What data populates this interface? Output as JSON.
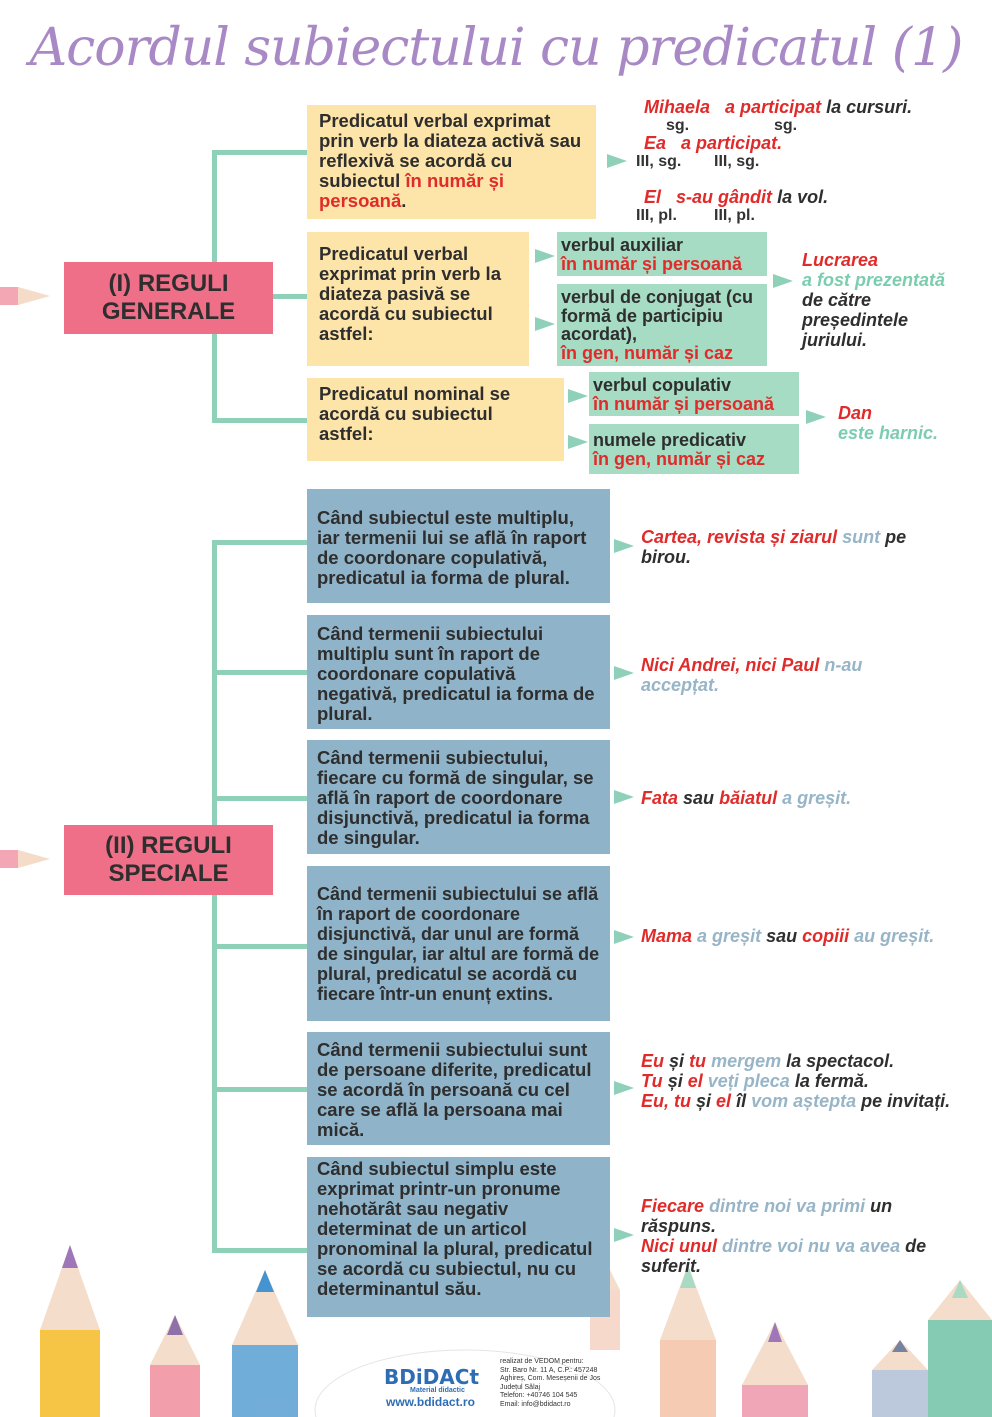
{
  "title": "Acordul subiectului cu predicatul (1)",
  "generale": {
    "label": "(I) REGULI GENERALE",
    "rule1": {
      "text": "Predicatul verbal exprimat prin verb la diateza activă sau reflexivă se acordă cu subiectul ",
      "highlight": "în număr și persoană",
      "end": ".",
      "ex1": [
        "Mihaela",
        "a participat",
        "la cursuri."
      ],
      "ex1_marks": [
        "sg.",
        "sg."
      ],
      "ex2": [
        "Ea",
        "a participat."
      ],
      "ex2_marks": [
        "III, sg.",
        "III, sg."
      ],
      "ex3": [
        "El",
        "s-au gândit",
        "la vol."
      ],
      "ex3_marks": [
        "III, pl.",
        "III, pl."
      ]
    },
    "rule2": {
      "text": "Predicatul verbal exprimat prin verb la diateza pasivă se acordă cu subiectul astfel:",
      "part1_label": "verbul auxiliar",
      "part1_rule": "în număr și persoană",
      "part2_label": "verbul de conjugat (cu formă de participiu acordat),",
      "part2_rule": "în gen, număr și caz",
      "example": [
        "Lucrarea",
        "a fost prezentată",
        "de către președintele juriului."
      ]
    },
    "rule3": {
      "text": "Predicatul nominal se acordă cu subiectul astfel:",
      "part1_label": "verbul copulativ",
      "part1_rule": "în număr și persoană",
      "part2_label": "numele predicativ",
      "part2_rule": "în gen, număr și caz",
      "example": [
        "Dan",
        "este harnic."
      ]
    }
  },
  "speciale": {
    "label": "(II) REGULI SPECIALE",
    "rules": [
      "Când subiectul este multiplu, iar termenii lui se află în raport de coordonare copulativă, predicatul ia forma de plural.",
      "Când termenii subiectului multiplu sunt în raport de coordonare copulativă negativă, predicatul ia forma de plural.",
      "Când termenii subiectului, fiecare cu formă de singular, se află în raport de coordonare disjunctivă, predicatul ia forma de singular.",
      "Când termenii subiectului se află în raport de coordonare disjunctivă, dar unul are formă de singular, iar altul are formă de plural, predicatul se acordă cu fiecare într-un enunț extins.",
      "Când termenii subiectului sunt de persoane diferite, predicatul se acordă în persoană cu cel care se află la persoana mai mică.",
      "Când subiectul simplu este exprimat printr-un pronume nehotărât sau negativ determinat de un articol pronominal la plural, predicatul se acordă cu subiectul, nu cu determinantul său."
    ],
    "examples": {
      "e1": [
        "Cartea, revista și ziarul",
        "sunt",
        "pe birou."
      ],
      "e2": [
        "Nici Andrei, nici Paul",
        "n-au accepțat."
      ],
      "e3": [
        "Fata",
        "sau",
        "băiatul",
        "a greșit."
      ],
      "e4": [
        "Mama",
        "a greșit",
        "sau",
        "copiii",
        "au greșit."
      ],
      "e5a": [
        "Eu",
        "și",
        "tu",
        "mergem",
        "la spectacol."
      ],
      "e5b": [
        "Tu",
        "și",
        "el",
        "veți pleca",
        "la fermă."
      ],
      "e5c": [
        "Eu, tu",
        "și",
        "el",
        "îl",
        "vom aștepta",
        "pe invitați."
      ],
      "e6a": [
        "Fiecare",
        "dintre noi va primi",
        "un răspuns."
      ],
      "e6b": [
        "Nici unul",
        "dintre voi nu va avea",
        "de suferit."
      ]
    }
  },
  "footer": {
    "logo": "BDiDACt",
    "tagline": "Material didactic",
    "url": "www.bdidact.ro",
    "address": [
      "realizat de VEDOM pentru:",
      "Str. Baro Nr. 11 A, C.P.: 457248",
      "Aghireș, Com. Meseșenii de Jos",
      "Județul Sălaj",
      "Telefon: +40746 104 545",
      "Email: info@bdidact.ro"
    ]
  }
}
